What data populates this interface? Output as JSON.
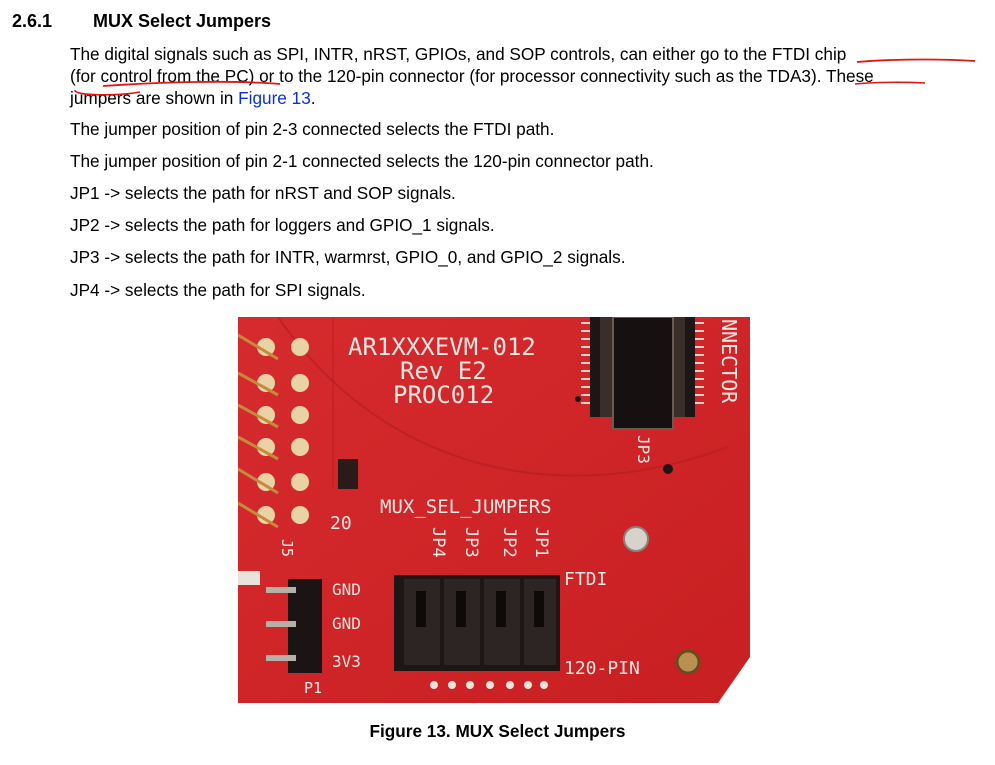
{
  "section": {
    "number": "2.6.1",
    "title": "MUX Select Jumpers"
  },
  "intro": {
    "line1": "The digital signals such as SPI, INTR, nRST, GPIOs, and SOP controls, can either go to the FTDI chip",
    "line2": "(for control from the PC) or to the 120-pin connector (for processor connectivity such as the TDA3). These",
    "line3_pre": "jumpers are shown in ",
    "link": "Figure 13",
    "line3_post": "."
  },
  "statements": [
    "The jumper position of pin 2-3 connected selects the FTDI path.",
    "The jumper position of pin 2-1 connected selects the 120-pin connector path.",
    "JP1 -> selects the path for nRST and SOP signals.",
    "JP2 -> selects the path for loggers and GPIO_1 signals.",
    "JP3 -> selects the path for INTR, warmrst, GPIO_0, and GPIO_2 signals.",
    "JP4 -> selects the path for SPI signals."
  ],
  "figure": {
    "caption": "Figure 13. MUX Select Jumpers",
    "silkscreen": {
      "board_name": "AR1XXXEVM-012",
      "revision": "Rev E2",
      "proc": "PROC012",
      "connector": "NNECTOR",
      "jp3_header": "JP3",
      "mux_label": "MUX_SEL_JUMPERS",
      "jumpers": [
        "JP4",
        "JP3",
        "JP2",
        "JP1"
      ],
      "ftdi": "FTDI",
      "pin120": "120-PIN",
      "pin_num": "20",
      "j5": "J5",
      "gnd1": "GND",
      "gnd2": "GND",
      "v33": "3V3",
      "p1": "P1"
    }
  },
  "colors": {
    "board": "#d8262a",
    "board_dark": "#b61d20",
    "link": "#0b2fd4",
    "annotation": "#e01515"
  }
}
